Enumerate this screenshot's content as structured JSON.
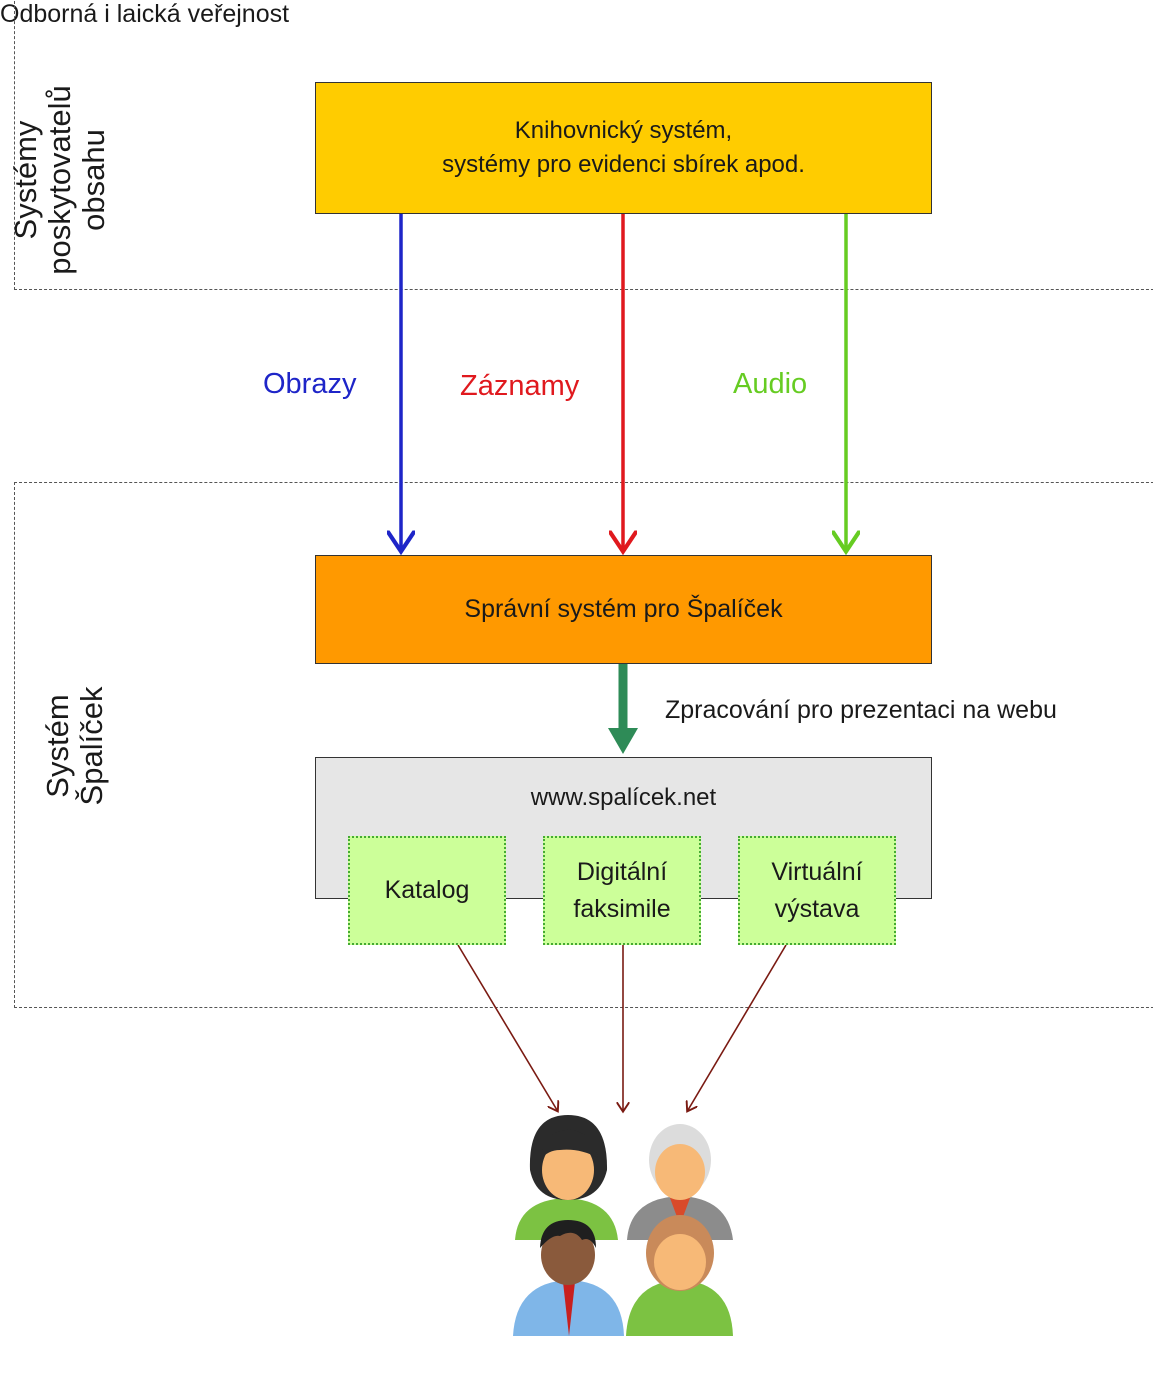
{
  "zones": {
    "providers": {
      "label_line1": "Systémy",
      "label_line2": "poskytovatelů",
      "label_line3": "obsahu"
    },
    "spalicek": {
      "label_line1": "Systém",
      "label_line2": "Špalíček"
    }
  },
  "boxes": {
    "library": {
      "line1": "Knihovnický systém,",
      "line2": "systémy pro evidenci sbírek apod.",
      "color": "#ffcc00"
    },
    "admin": {
      "label": "Správní systém pro Špalíček",
      "color": "#ff9900"
    },
    "web": {
      "label": "www.spalícek.net",
      "color": "#e6e6e6"
    }
  },
  "components": {
    "katalog": "Katalog",
    "faksimile_line1": "Digitální",
    "faksimile_line2": "faksimile",
    "vystava_line1": "Virtuální",
    "vystava_line2": "výstava"
  },
  "flows": {
    "obrazy": {
      "label": "Obrazy",
      "color": "#1e25c8"
    },
    "zaznamy": {
      "label": "Záznamy",
      "color": "#e0191e"
    },
    "audio": {
      "label": "Audio",
      "color": "#66cc22"
    },
    "processing": {
      "label": "Zpracování pro prezentaci na webu",
      "color": "#2e8b57"
    }
  },
  "audience": {
    "label": "Odborná i laická veřejnost"
  }
}
